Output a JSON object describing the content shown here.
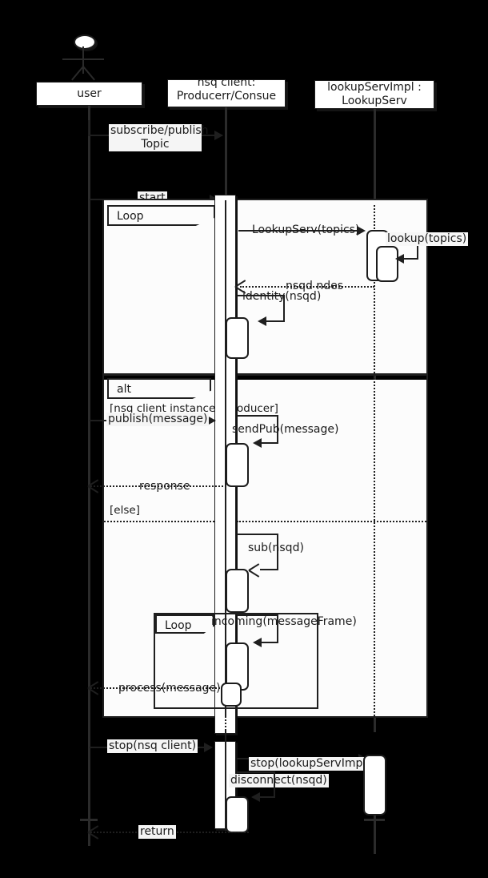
{
  "diagram": {
    "type": "uml-sequence-diagram",
    "background": "#000000",
    "line_color": "#1f1f1f",
    "box_fill": "#ffffff"
  },
  "participants": [
    {
      "id": "user",
      "label": "user",
      "kind": "actor"
    },
    {
      "id": "nsqclient",
      "label_line1": "nsq client:",
      "label_line2": "Producerr/Consue",
      "kind": "object"
    },
    {
      "id": "lookup",
      "label_line1": "lookupServImpl :",
      "label_line2": "LookupServ",
      "kind": "object"
    }
  ],
  "messages": {
    "subscribe_publish_topic": "subscribe/publish\nTopic",
    "start": "start",
    "lookup_serv_topics": "LookupServ(topics)",
    "lookup_topics": "lookup(topics)",
    "nsqd_ndes": "nsqd ndes",
    "identity_nsqd": "identity(nsqd)",
    "publish_message": "publish(message)",
    "send_pub_message": "sendPub(message)",
    "response": "response",
    "sub_nsqd": "sub(nsqd)",
    "incoming_message_frame": "incoming(messageFrame)",
    "process_message": "process(message)",
    "stop_nsq_client": "stop(nsq client)",
    "stop_lookup_serv_impl": "stop(lookupServImpl)",
    "disconnect_nsqd": "disconnect(nsqd)",
    "return": "return"
  },
  "fragments": {
    "loop_outer": "Loop",
    "alt": "alt",
    "alt_guard_if": "[nsq client instance is producer]",
    "alt_guard_if_visible_left": "[nsq client instance",
    "alt_guard_if_visible_right": "oducer]",
    "alt_guard_else": "[else]",
    "loop_inner": "Loop"
  },
  "labels": {
    "subscribe_line1": "subscribe/publish",
    "subscribe_line2": "Topic"
  }
}
